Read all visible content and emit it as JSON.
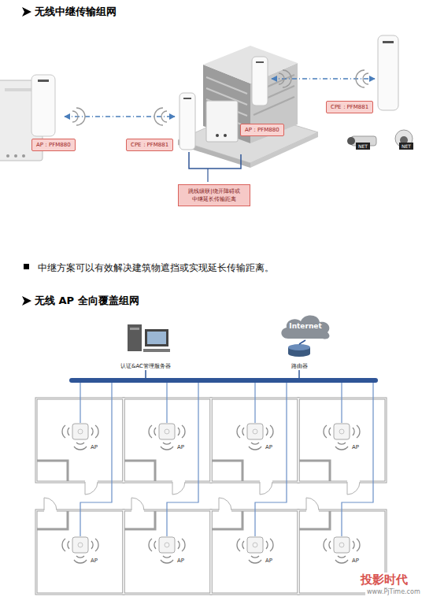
{
  "diagram": {
    "nodes": [
      {
        "text": [
          "AP：PFM880"
        ]
      },
      {
        "text": [
          "CPE：PFM881"
        ]
      },
      {
        "text": [
          "AP：PFM880"
        ]
      },
      {
        "text": [
          "CPE：PFM881"
        ]
      },
      {
        "text": [
          "跳线级联|绕开障碍或 中继延长传输距离"
        ]
      },
      {
        "text": [
          "认证&AC管理服务器"
        ]
      },
      {
        "text": [
          "Internet"
        ]
      },
      {
        "text": [
          "路由器"
        ]
      }
    ],
    "edges": [
      {
        "from": 6,
        "to": 7,
        "arrow": "none"
      },
      {
        "from": 5,
        "to": 7,
        "arrow": "none"
      }
    ],
    "labels": [
      "无线中继传输组网",
      "NET",
      "NET",
      "中继方案可以有效解决建筑物遮挡或实现延长传输距离。",
      "无线 AP 全向覆盖组网",
      "AP",
      "AP",
      "AP",
      "AP",
      "AP",
      "AP",
      "AP",
      "AP",
      "投影时代",
      "www.PjTime.com"
    ]
  }
}
